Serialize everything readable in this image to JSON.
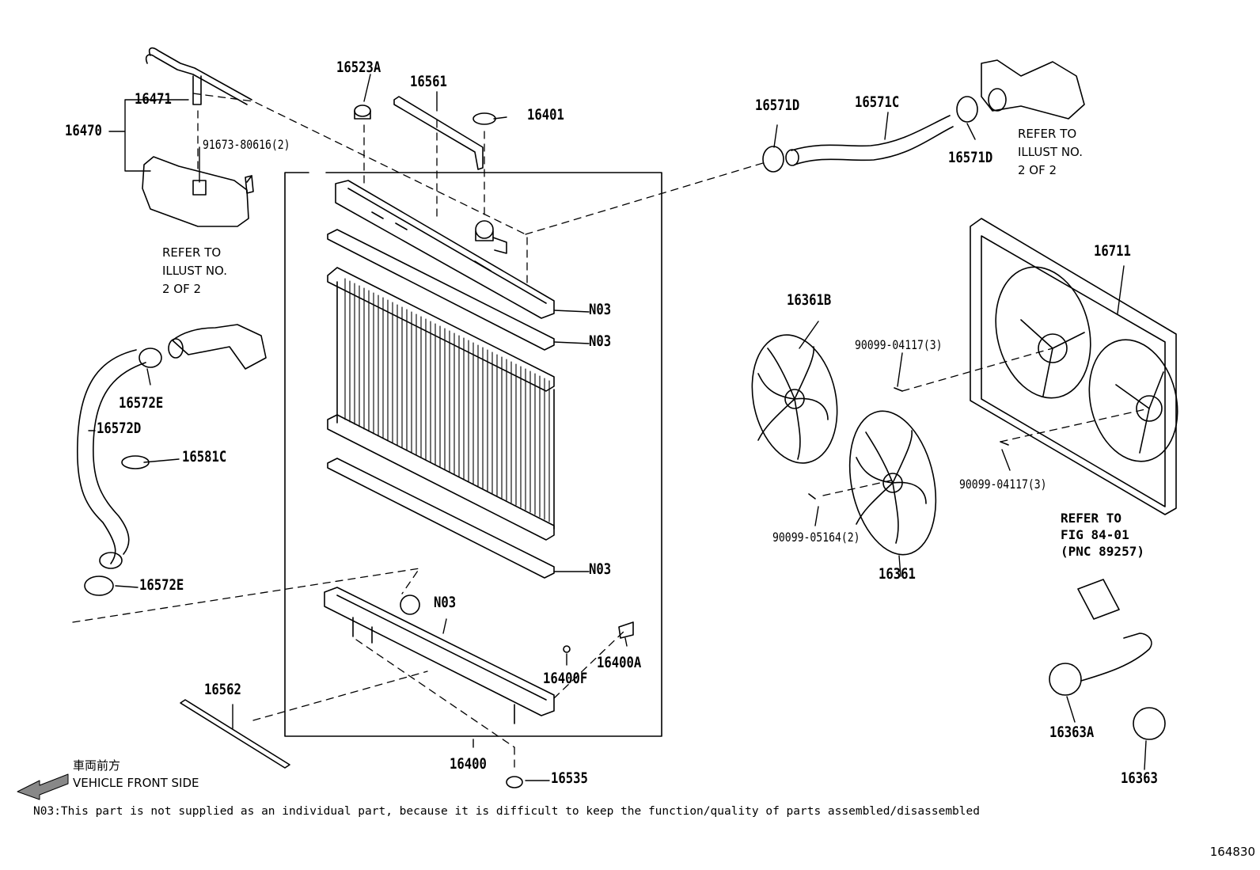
{
  "parts": [
    {
      "id": "p16523a",
      "label": "16523A"
    },
    {
      "id": "p16561",
      "label": "16561"
    },
    {
      "id": "p16401",
      "label": "16401"
    },
    {
      "id": "p16471",
      "label": "16471"
    },
    {
      "id": "p16470",
      "label": "16470"
    },
    {
      "id": "p91673",
      "label": "91673-80616(2)"
    },
    {
      "id": "p16571d_a",
      "label": "16571D"
    },
    {
      "id": "p16571c",
      "label": "16571C"
    },
    {
      "id": "p16571d_b",
      "label": "16571D"
    },
    {
      "id": "p16711",
      "label": "16711"
    },
    {
      "id": "p16361b",
      "label": "16361B"
    },
    {
      "id": "p90099_04117_a",
      "label": "90099-04117(3)"
    },
    {
      "id": "p90099_04117_b",
      "label": "90099-04117(3)"
    },
    {
      "id": "p90099_05164",
      "label": "90099-05164(2)"
    },
    {
      "id": "p16361",
      "label": "16361"
    },
    {
      "id": "p16572e_a",
      "label": "16572E"
    },
    {
      "id": "p16572d",
      "label": "16572D"
    },
    {
      "id": "p16581c",
      "label": "16581C"
    },
    {
      "id": "p16572e_b",
      "label": "16572E"
    },
    {
      "id": "n03_a",
      "label": "N03"
    },
    {
      "id": "n03_b",
      "label": "N03"
    },
    {
      "id": "n03_c",
      "label": "N03"
    },
    {
      "id": "n03_d",
      "label": "N03"
    },
    {
      "id": "p16400a",
      "label": "16400A"
    },
    {
      "id": "p16400f",
      "label": "16400F"
    },
    {
      "id": "p16562",
      "label": "16562"
    },
    {
      "id": "p16400",
      "label": "16400"
    },
    {
      "id": "p16535",
      "label": "16535"
    },
    {
      "id": "p16363a",
      "label": "16363A"
    },
    {
      "id": "p16363",
      "label": "16363"
    }
  ],
  "refs": {
    "top_right": [
      "REFER TO",
      "ILLUST NO.",
      "2 OF 2"
    ],
    "left": [
      "REFER TO",
      "ILLUST NO.",
      "2 OF 2"
    ],
    "fig": [
      "REFER TO",
      "FIG 84-01",
      "(PNC 89257)"
    ]
  },
  "front": {
    "jp": "車両前方",
    "en": "VEHICLE FRONT SIDE"
  },
  "note": "N03:This part is not supplied as an individual part, because it is difficult to keep the function/quality of parts assembled/disassembled",
  "illustration_number": "164830"
}
